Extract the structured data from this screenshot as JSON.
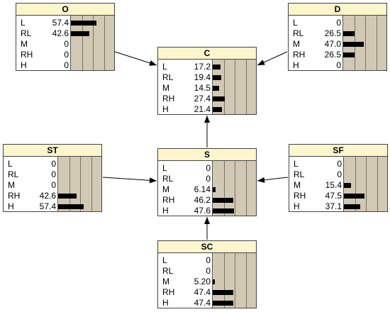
{
  "network": {
    "nodes": [
      {
        "id": "O",
        "title": "O",
        "states": [
          {
            "label": "L",
            "value": "57.4"
          },
          {
            "label": "RL",
            "value": "42.6"
          },
          {
            "label": "M",
            "value": "0"
          },
          {
            "label": "RH",
            "value": "0"
          },
          {
            "label": "H",
            "value": "0"
          }
        ]
      },
      {
        "id": "D",
        "title": "D",
        "states": [
          {
            "label": "L",
            "value": "0"
          },
          {
            "label": "RL",
            "value": "26.5"
          },
          {
            "label": "M",
            "value": "47.0"
          },
          {
            "label": "RH",
            "value": "26.5"
          },
          {
            "label": "H",
            "value": "0"
          }
        ]
      },
      {
        "id": "C",
        "title": "C",
        "states": [
          {
            "label": "L",
            "value": "17.2"
          },
          {
            "label": "RL",
            "value": "19.4"
          },
          {
            "label": "M",
            "value": "14.5"
          },
          {
            "label": "RH",
            "value": "27.4"
          },
          {
            "label": "H",
            "value": "21.4"
          }
        ]
      },
      {
        "id": "ST",
        "title": "ST",
        "states": [
          {
            "label": "L",
            "value": "0"
          },
          {
            "label": "RL",
            "value": "0"
          },
          {
            "label": "M",
            "value": "0"
          },
          {
            "label": "RH",
            "value": "42.6"
          },
          {
            "label": "H",
            "value": "57.4"
          }
        ]
      },
      {
        "id": "S",
        "title": "S",
        "states": [
          {
            "label": "L",
            "value": "0"
          },
          {
            "label": "RL",
            "value": "0"
          },
          {
            "label": "M",
            "value": "6.14"
          },
          {
            "label": "RH",
            "value": "46.2"
          },
          {
            "label": "H",
            "value": "47.6"
          }
        ]
      },
      {
        "id": "SF",
        "title": "SF",
        "states": [
          {
            "label": "L",
            "value": "0"
          },
          {
            "label": "RL",
            "value": "0"
          },
          {
            "label": "M",
            "value": "15.4"
          },
          {
            "label": "RH",
            "value": "47.5"
          },
          {
            "label": "H",
            "value": "37.1"
          }
        ]
      },
      {
        "id": "SC",
        "title": "SC",
        "states": [
          {
            "label": "L",
            "value": "0"
          },
          {
            "label": "RL",
            "value": "0"
          },
          {
            "label": "M",
            "value": "5.20"
          },
          {
            "label": "RH",
            "value": "47.4"
          },
          {
            "label": "H",
            "value": "47.4"
          }
        ]
      }
    ],
    "edges": [
      {
        "from": "O",
        "to": "C"
      },
      {
        "from": "D",
        "to": "C"
      },
      {
        "from": "S",
        "to": "C"
      },
      {
        "from": "ST",
        "to": "S"
      },
      {
        "from": "SF",
        "to": "S"
      },
      {
        "from": "SC",
        "to": "S"
      }
    ]
  },
  "colors": {
    "title_bg": "#fdf5cc",
    "bar_area_bg": "#d2c9b4",
    "bar": "#000000",
    "border": "#444444"
  }
}
